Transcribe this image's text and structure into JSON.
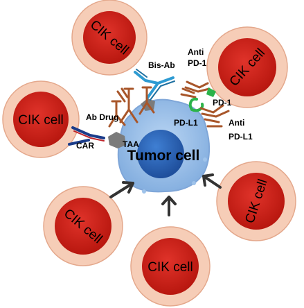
{
  "diagram": {
    "cells": {
      "top_left": "CIK cell",
      "top_right": "CIK cell",
      "left": "CIK cell",
      "lower_right": "CIK cell",
      "lower_left": "CIK cell",
      "bottom": "CIK cell"
    },
    "tumor_label": "Tumor cell",
    "labels": {
      "bis_ab": "Bis-Ab",
      "anti_pd1_line1": "Anti",
      "anti_pd1_line2": "PD-1",
      "pd1": "PD-1",
      "pd_l1": "PD-L1",
      "anti_pdl1_line1": "Anti",
      "anti_pdl1_line2": "PD-L1",
      "ab_drug": "Ab Drug",
      "car": "CAR",
      "taa": "TAA"
    },
    "colors": {
      "cik_outer": "#f6cdb7",
      "cik_inner": "#d0281e",
      "tumor_outer": "#9fc3ea",
      "tumor_nucleus": "#2f66b8",
      "antibody": "#a8562a",
      "bis_ab": "#2e9bd2",
      "pd1": "#2bb34a",
      "car": "#1a3c8a",
      "taa": "#7b7b7b"
    }
  }
}
